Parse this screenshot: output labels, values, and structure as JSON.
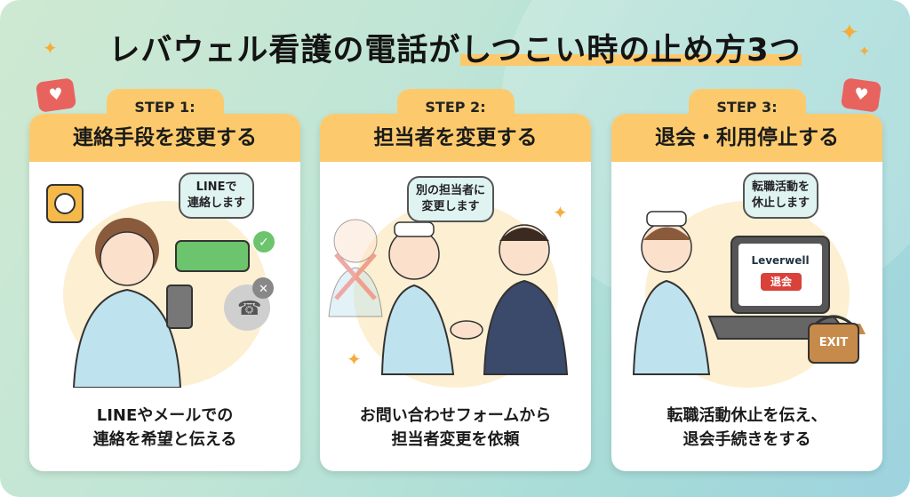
{
  "title": {
    "main": "レバウェル看護の電話が",
    "highlight": "しつこい時の止め方3つ"
  },
  "steps": [
    {
      "tab": "STEP 1:",
      "heading": "連絡手段を変更する",
      "bubble": [
        "LINEで",
        "連絡します"
      ],
      "desc": [
        "LINEやメールでの",
        "連絡を希望と伝える"
      ]
    },
    {
      "tab": "STEP 2:",
      "heading": "担当者を変更する",
      "bubble": [
        "別の担当者に",
        "変更します"
      ],
      "desc": [
        "お問い合わせフォームから",
        "担当者変更を依頼"
      ]
    },
    {
      "tab": "STEP 3:",
      "heading": "退会・利用停止する",
      "bubble": [
        "転職活動を",
        "休止します"
      ],
      "desc": [
        "転職活動休止を伝え、",
        "退会手続きをする"
      ],
      "laptop_brand": "Leverwell",
      "laptop_button": "退会",
      "bag_label": "EXIT"
    }
  ],
  "colors": {
    "accent": "#fcca6c",
    "heart": "#e8635e",
    "bubble": "#dff3f1"
  }
}
